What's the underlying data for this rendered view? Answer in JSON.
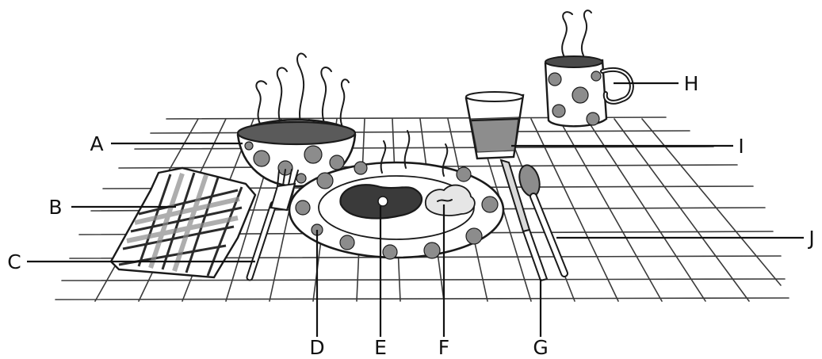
{
  "colors": {
    "ink": "#1a1a1a",
    "dot_fill": "#8c8c8c",
    "body_fill": "#ffffff",
    "liquid": "#5a5a5a"
  },
  "labels": {
    "a": "A",
    "b": "B",
    "c": "C",
    "d": "D",
    "e": "E",
    "f": "F",
    "g": "G",
    "h": "H",
    "i": "I",
    "j": "J"
  }
}
